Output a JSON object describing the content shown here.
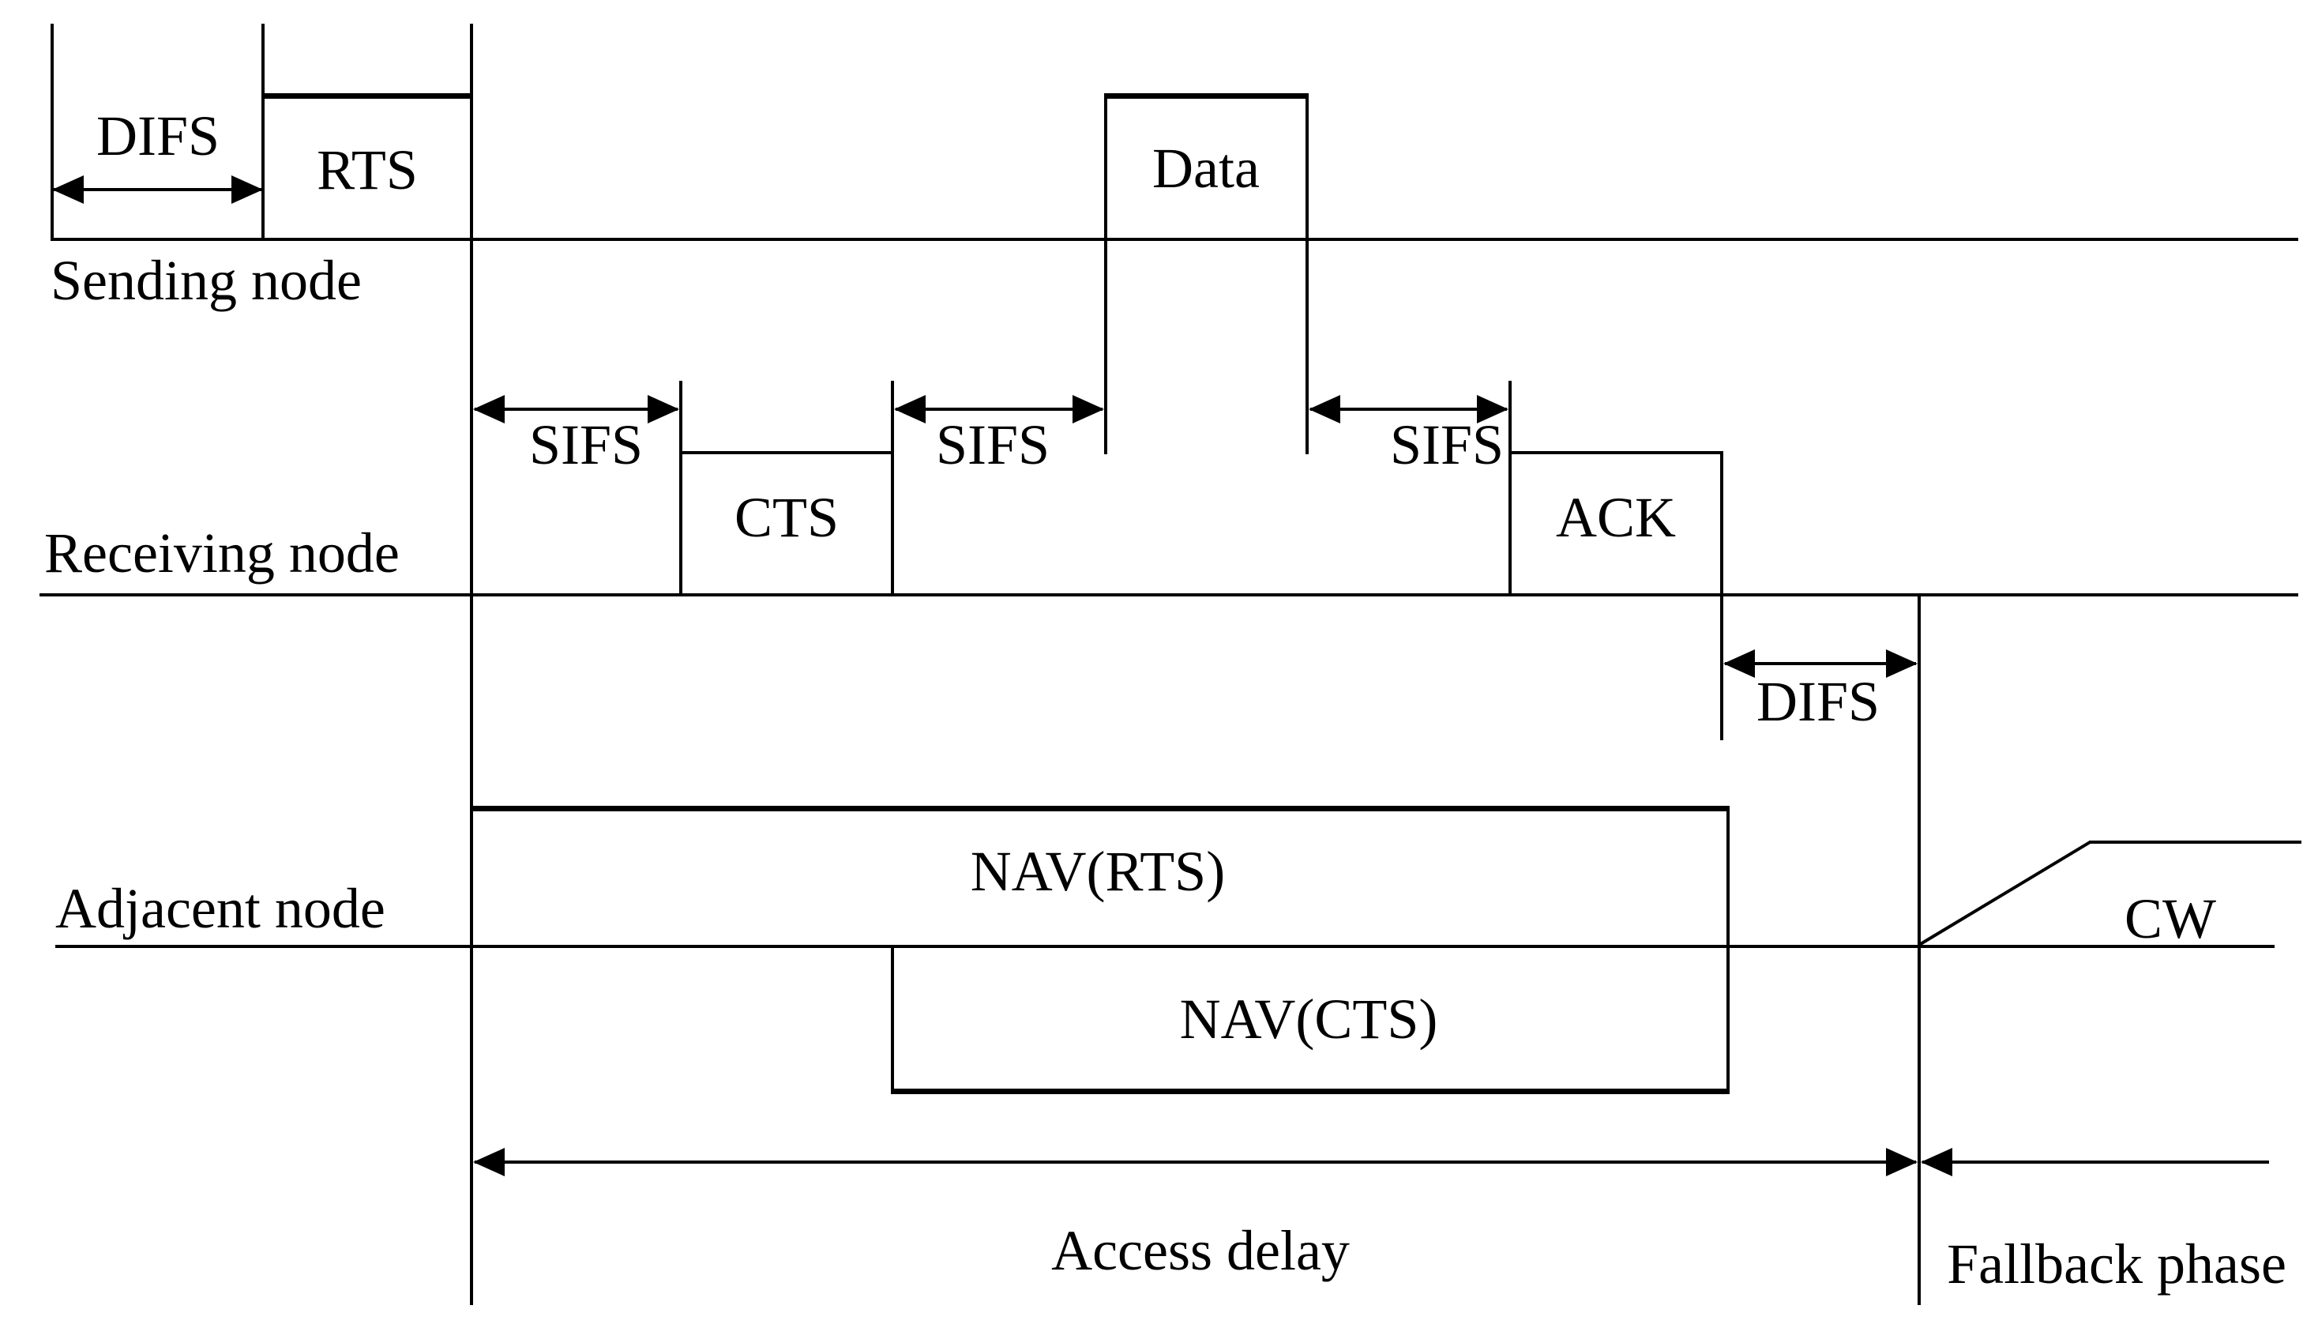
{
  "figure": {
    "type": "timing-diagram",
    "background_color": "#ffffff",
    "line_color": "#000000",
    "rows": [
      {
        "id": "sending",
        "label": "Sending node"
      },
      {
        "id": "receiving",
        "label": "Receiving node"
      },
      {
        "id": "adjacent",
        "label": "Adjacent node"
      }
    ],
    "frames": {
      "rts": "RTS",
      "data": "Data",
      "cts": "CTS",
      "ack": "ACK"
    },
    "intervals": {
      "difs_initial": "DIFS",
      "sifs_before_cts": "SIFS",
      "sifs_before_data": "SIFS",
      "sifs_before_ack": "SIFS",
      "difs_after_ack": "DIFS"
    },
    "nav": {
      "rts": "NAV(RTS)",
      "cts": "NAV(CTS)"
    },
    "phases": {
      "access_delay": "Access delay",
      "fallback": "Fallback phase",
      "contention_window": "CW"
    }
  }
}
